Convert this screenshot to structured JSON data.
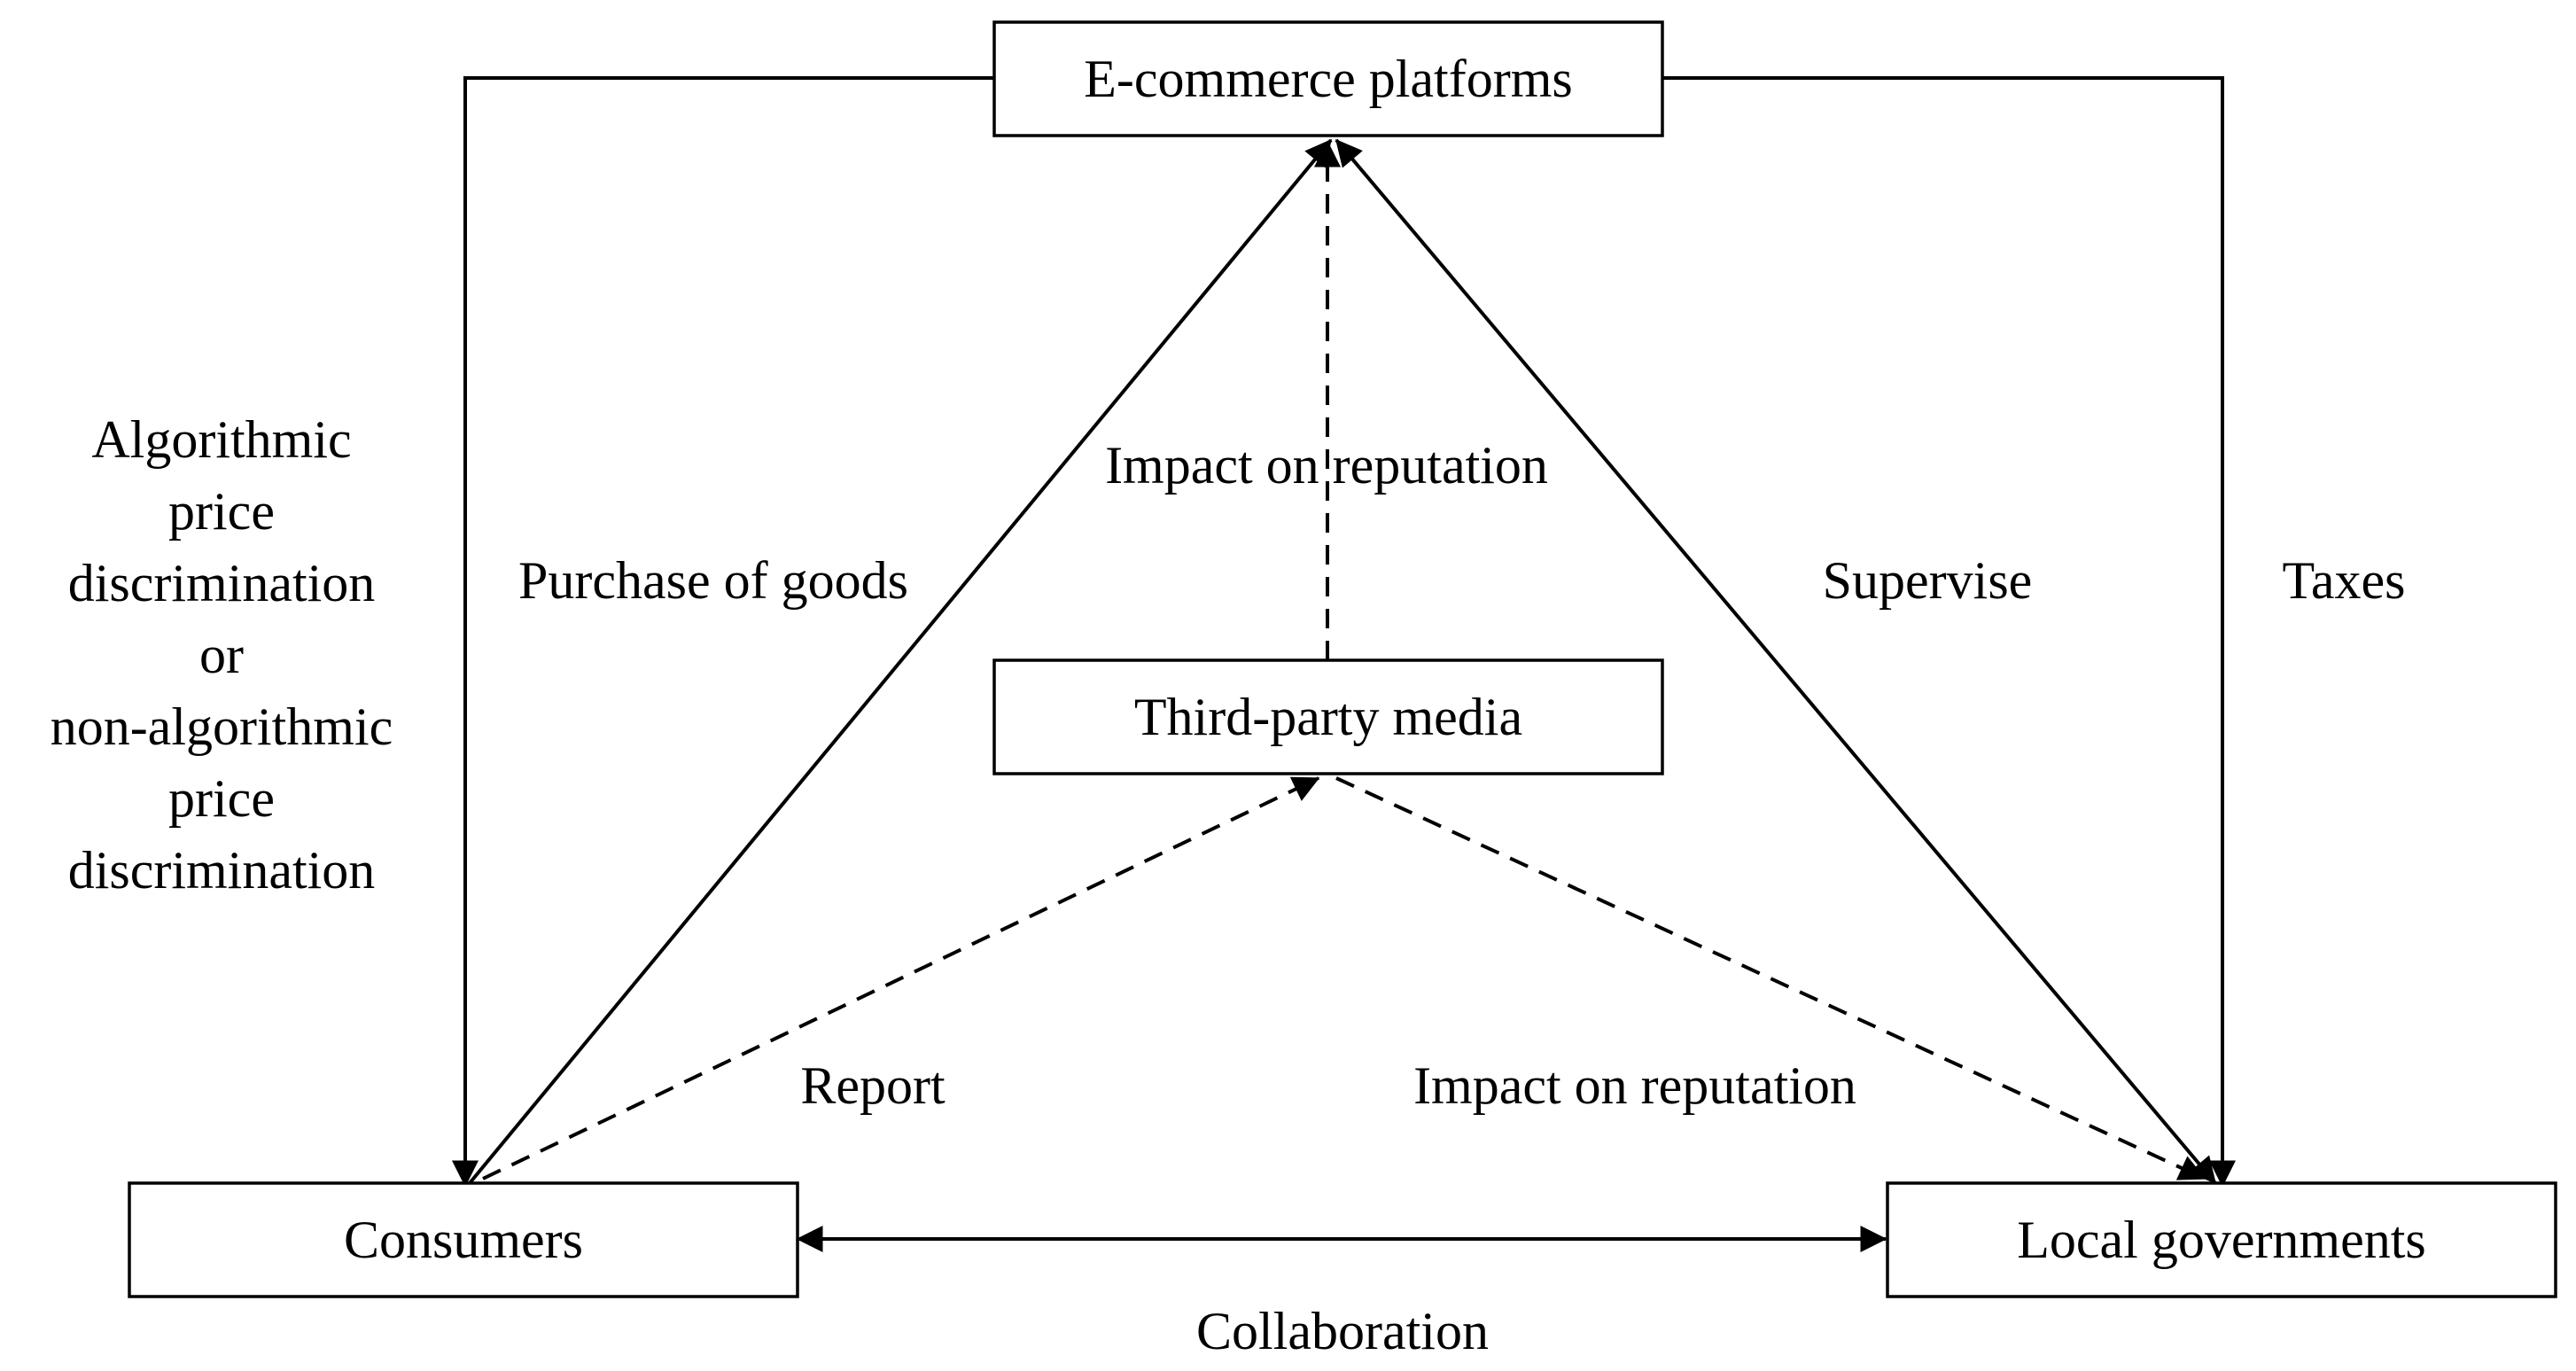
{
  "nodes": {
    "ecommerce": "E-commerce platforms",
    "media": "Third-party media",
    "consumers": "Consumers",
    "governments": "Local governments"
  },
  "labels": {
    "price_discrimination": [
      "Algorithmic",
      "price",
      "discrimination",
      "or",
      "non-algorithmic",
      "price",
      "discrimination"
    ],
    "purchase": "Purchase of goods",
    "impact_top": "Impact on reputation",
    "supervise": "Supervise",
    "taxes": "Taxes",
    "report": "Report",
    "impact_bottom": "Impact on reputation",
    "collaboration": "Collaboration"
  },
  "edges": [
    {
      "from": "ecommerce",
      "to": "consumers",
      "label": "price_discrimination",
      "style": "solid"
    },
    {
      "from": "consumers",
      "to": "ecommerce",
      "label": "purchase",
      "style": "solid"
    },
    {
      "from": "media",
      "to": "ecommerce",
      "label": "impact_top",
      "style": "dashed"
    },
    {
      "from": "governments",
      "to": "ecommerce",
      "label": "supervise",
      "style": "solid",
      "bidirectional": true
    },
    {
      "from": "ecommerce",
      "to": "governments",
      "label": "taxes",
      "style": "solid"
    },
    {
      "from": "consumers",
      "to": "media",
      "label": "report",
      "style": "dashed"
    },
    {
      "from": "media",
      "to": "governments",
      "label": "impact_bottom",
      "style": "dashed"
    },
    {
      "from": "consumers",
      "to": "governments",
      "label": "collaboration",
      "style": "solid",
      "bidirectional": true
    }
  ]
}
